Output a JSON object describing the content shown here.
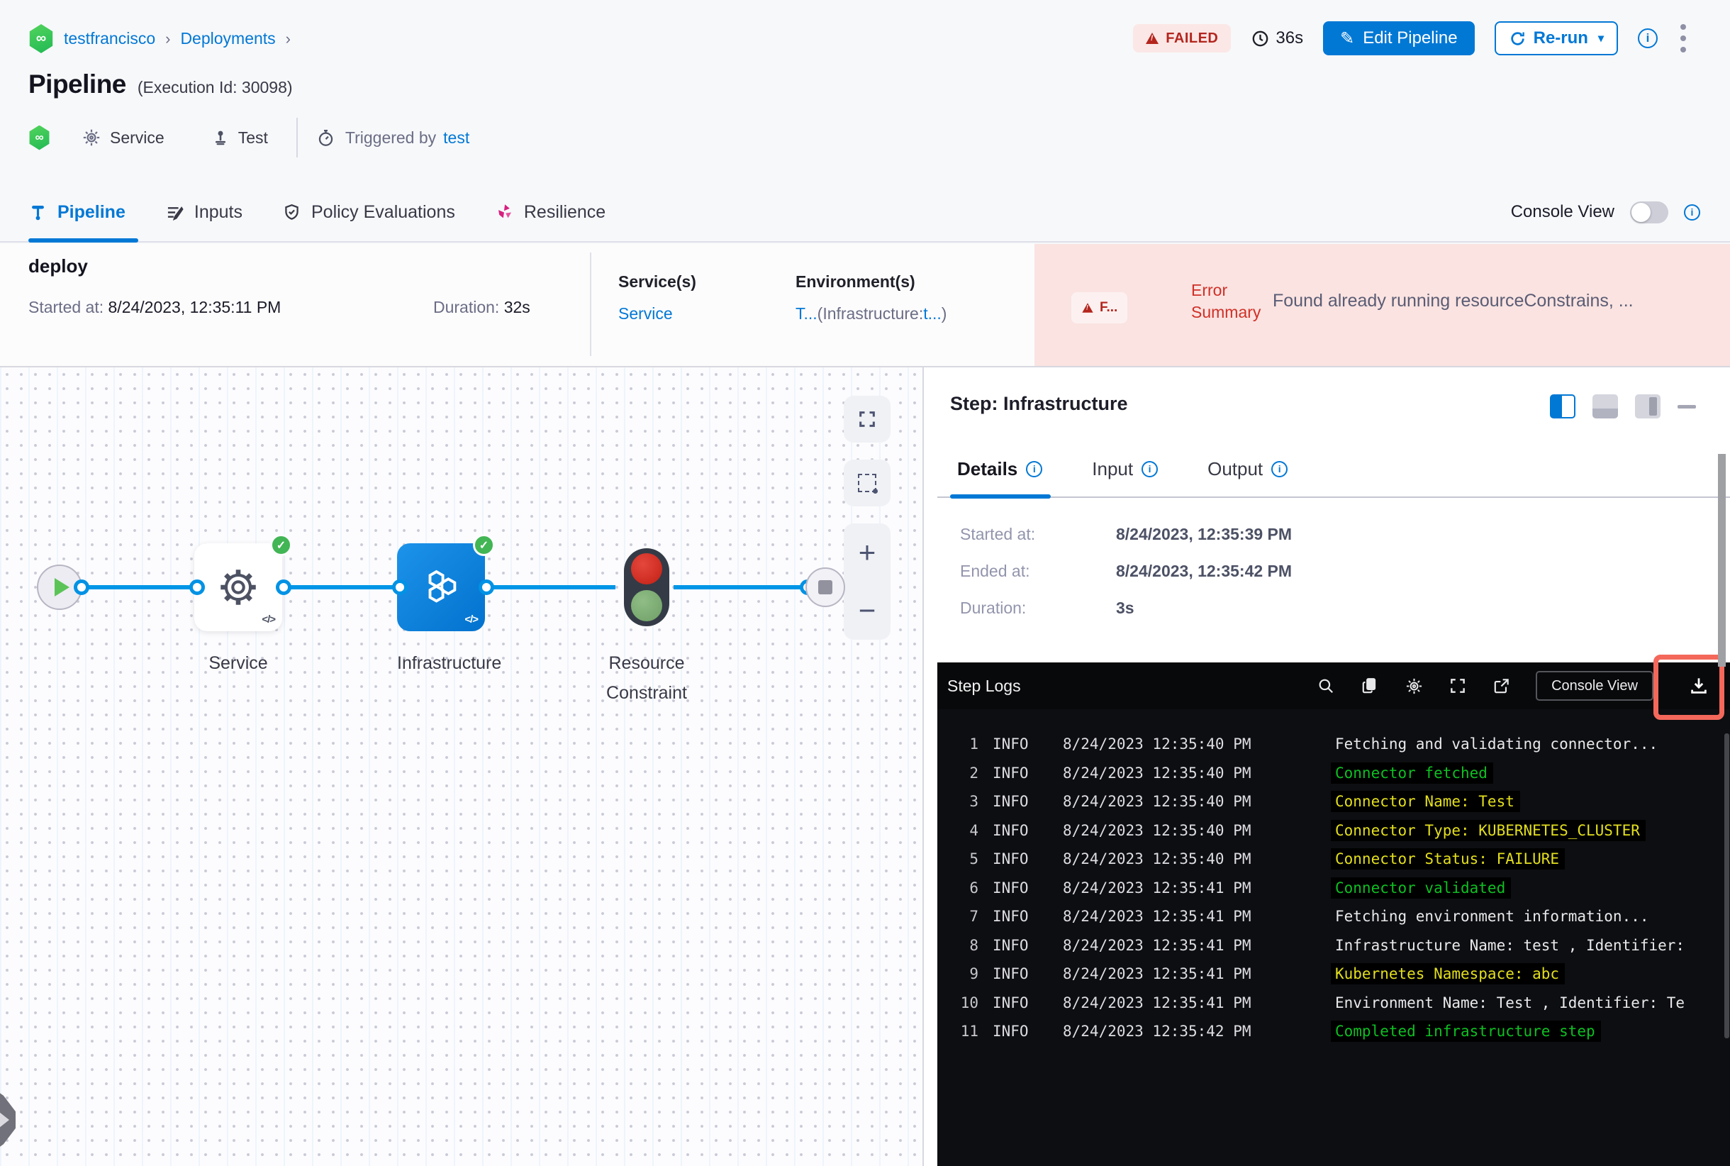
{
  "palette": {
    "accent_blue": "#0278D5",
    "connector_blue": "#0092E4",
    "success_green": "#42B554",
    "failed_red": "#B3261E",
    "error_strip_bg": "#FAE3E1",
    "log_panel_bg": "#0D0E11",
    "log_green": "#0EBF23",
    "log_yellow": "#E3DF1E",
    "highlight_red": "#F4685B"
  },
  "header": {
    "breadcrumb": {
      "project": "testfrancisco",
      "section": "Deployments",
      "separator": "›"
    },
    "title": "Pipeline",
    "execution_id": "(Execution Id: 30098)",
    "status_badge": "FAILED",
    "elapsed": "36s",
    "edit_button": "Edit Pipeline",
    "rerun_button": "Re-run",
    "meta": {
      "service": "Service",
      "test": "Test",
      "triggered_by": "Triggered by",
      "trigger_user": "test"
    }
  },
  "tabbar": {
    "tabs": [
      {
        "label": "Pipeline",
        "active": true
      },
      {
        "label": "Inputs",
        "active": false
      },
      {
        "label": "Policy Evaluations",
        "active": false
      },
      {
        "label": "Resilience",
        "active": false
      }
    ],
    "console_view_label": "Console View"
  },
  "stage": {
    "name": "deploy",
    "started_label": "Started at:",
    "started_value": "8/24/2023, 12:35:11 PM",
    "duration_label": "Duration:",
    "duration_value": "32s",
    "services_label": "Service(s)",
    "service_value": "Service",
    "environments_label": "Environment(s)",
    "env_part1": "T...",
    "env_part2": "(Infrastructure:",
    "env_part3": "t...",
    "env_part4": ")",
    "error_badge": "F...",
    "error_label_line1": "Error",
    "error_label_line2": "Summary",
    "error_message": "Found already running resourceConstrains, ..."
  },
  "canvas": {
    "nodes": {
      "service": "Service",
      "infrastructure": "Infrastructure",
      "resource_line1": "Resource",
      "resource_line2": "Constraint"
    },
    "zoom_in": "+",
    "zoom_out": "−",
    "template_glyph": "</>"
  },
  "step_panel": {
    "title": "Step: Infrastructure",
    "tabs": [
      {
        "label": "Details",
        "active": true
      },
      {
        "label": "Input",
        "active": false
      },
      {
        "label": "Output",
        "active": false
      }
    ],
    "fields": [
      {
        "label": "Started at:",
        "value": "8/24/2023, 12:35:39 PM"
      },
      {
        "label": "Ended at:",
        "value": "8/24/2023, 12:35:42 PM"
      },
      {
        "label": "Duration:",
        "value": "3s"
      }
    ],
    "logs": {
      "title": "Step Logs",
      "console_view_button": "Console View",
      "lines": [
        {
          "n": "1",
          "level": "INFO",
          "time": "8/24/2023 12:35:40 PM",
          "msg": "Fetching and validating connector...",
          "color": "plain"
        },
        {
          "n": "2",
          "level": "INFO",
          "time": "8/24/2023 12:35:40 PM",
          "msg": "Connector fetched",
          "color": "green"
        },
        {
          "n": "3",
          "level": "INFO",
          "time": "8/24/2023 12:35:40 PM",
          "msg": "Connector Name: Test",
          "color": "yellow"
        },
        {
          "n": "4",
          "level": "INFO",
          "time": "8/24/2023 12:35:40 PM",
          "msg": "Connector Type: KUBERNETES_CLUSTER",
          "color": "yellow"
        },
        {
          "n": "5",
          "level": "INFO",
          "time": "8/24/2023 12:35:40 PM",
          "msg": "Connector Status: FAILURE",
          "color": "yellow"
        },
        {
          "n": "6",
          "level": "INFO",
          "time": "8/24/2023 12:35:41 PM",
          "msg": "Connector validated",
          "color": "green"
        },
        {
          "n": "7",
          "level": "INFO",
          "time": "8/24/2023 12:35:41 PM",
          "msg": "Fetching environment information...",
          "color": "plain"
        },
        {
          "n": "8",
          "level": "INFO",
          "time": "8/24/2023 12:35:41 PM",
          "msg": "Infrastructure Name: test , Identifier:",
          "color": "plain"
        },
        {
          "n": "9",
          "level": "INFO",
          "time": "8/24/2023 12:35:41 PM",
          "msg": "Kubernetes Namespace: abc",
          "color": "yellow"
        },
        {
          "n": "10",
          "level": "INFO",
          "time": "8/24/2023 12:35:41 PM",
          "msg": "Environment Name: Test , Identifier: Te",
          "color": "plain"
        },
        {
          "n": "11",
          "level": "INFO",
          "time": "8/24/2023 12:35:42 PM",
          "msg": "Completed infrastructure step",
          "color": "green"
        }
      ]
    }
  }
}
